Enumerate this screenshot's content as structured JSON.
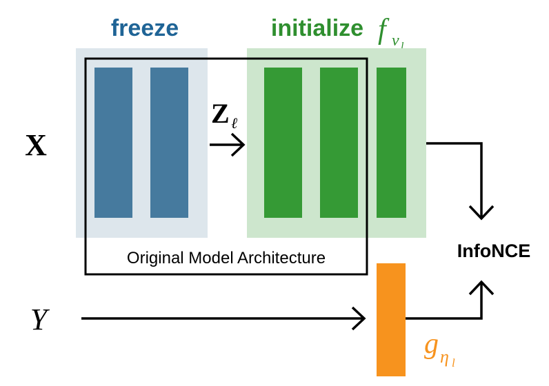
{
  "labels": {
    "freeze": "freeze",
    "initialize": "initialize",
    "f_symbol": "f",
    "f_sub": "ν",
    "f_subsub": "l",
    "z_symbol": "Z",
    "z_sub": "ℓ",
    "x_input": "X",
    "y_input": "Y",
    "original_model": "Original Model Architecture",
    "infonce": "InfoNCE",
    "g_symbol": "g",
    "g_sub": "η",
    "g_subsub": "l"
  },
  "colors": {
    "freeze_text": "#1f6496",
    "freeze_bg": "#dde6ec",
    "freeze_block": "#467a9e",
    "init_text": "#2f8f2f",
    "init_bg": "#cde6cd",
    "init_block": "#359a35",
    "g_block": "#f7931e",
    "g_text": "#f7931e",
    "line": "#000000"
  }
}
